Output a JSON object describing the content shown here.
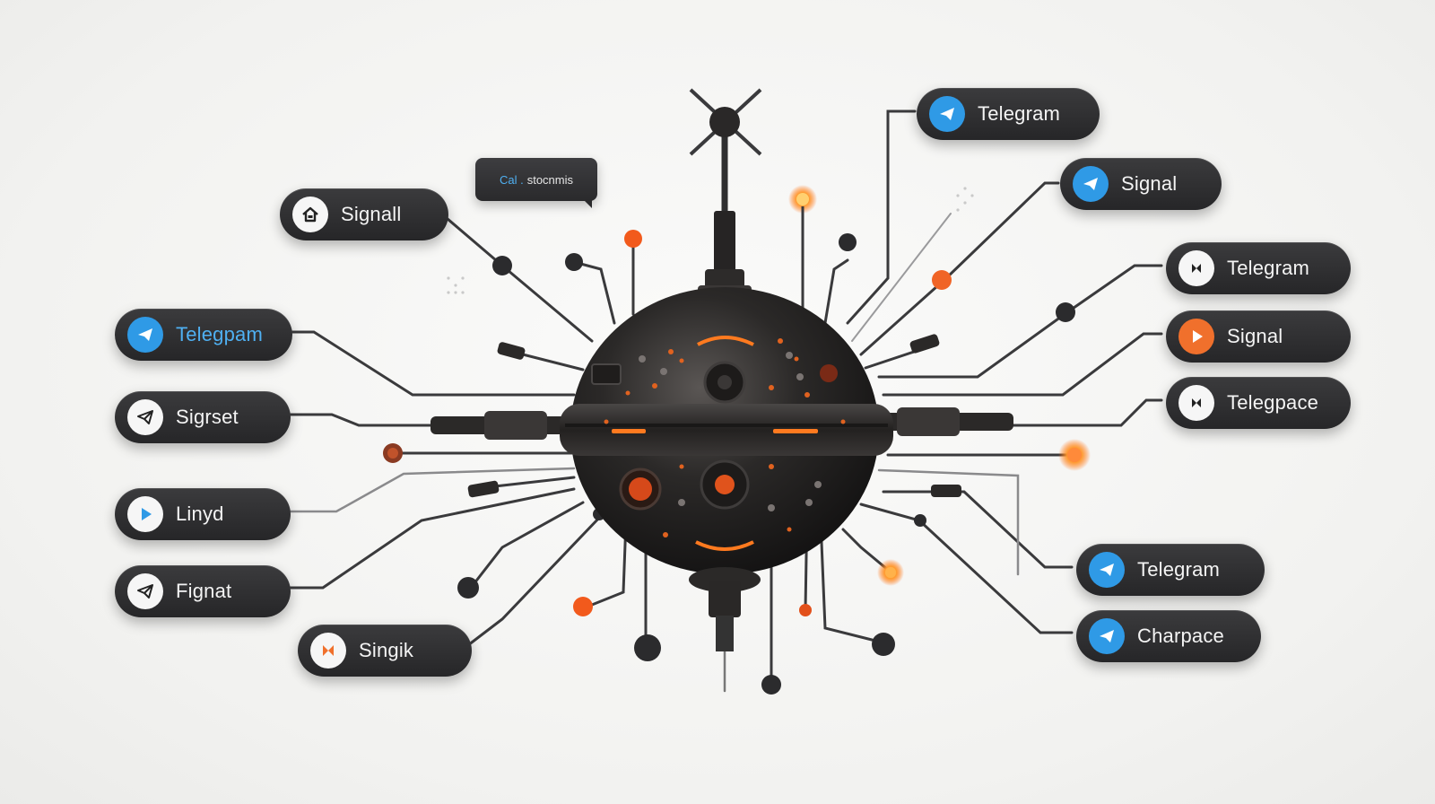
{
  "bubble": {
    "prefix": "Cal .",
    "text": "stocnmis"
  },
  "nodes": [
    {
      "id": "signall",
      "label": "Signall",
      "icon": "home-icon",
      "icon_style": "white",
      "accent": false
    },
    {
      "id": "telegpam",
      "label": "Telegpam",
      "icon": "paper-plane-icon",
      "icon_style": "blue",
      "accent": true
    },
    {
      "id": "sigrset",
      "label": "Sigrset",
      "icon": "paper-plane-outline-icon",
      "icon_style": "white",
      "accent": false
    },
    {
      "id": "linyd",
      "label": "Linyd",
      "icon": "play-icon",
      "icon_style": "white",
      "accent": false
    },
    {
      "id": "fignat",
      "label": "Fignat",
      "icon": "paper-plane-outline-icon",
      "icon_style": "white",
      "accent": false
    },
    {
      "id": "singik",
      "label": "Singik",
      "icon": "bowtie-icon",
      "icon_style": "white",
      "accent": false
    },
    {
      "id": "telegram-1",
      "label": "Telegram",
      "icon": "paper-plane-icon",
      "icon_style": "blue",
      "accent": false
    },
    {
      "id": "signal-1",
      "label": "Signal",
      "icon": "paper-plane-icon",
      "icon_style": "blue",
      "accent": false
    },
    {
      "id": "telegram-2",
      "label": "Telegram",
      "icon": "bowtie-icon",
      "icon_style": "white",
      "accent": false
    },
    {
      "id": "signal-2",
      "label": "Signal",
      "icon": "play-icon",
      "icon_style": "orange",
      "accent": false
    },
    {
      "id": "telegpace",
      "label": "Telegpace",
      "icon": "bowtie-icon",
      "icon_style": "white",
      "accent": false
    },
    {
      "id": "telegram-3",
      "label": "Telegram",
      "icon": "paper-plane-icon",
      "icon_style": "blue",
      "accent": false
    },
    {
      "id": "charpace",
      "label": "Charpace",
      "icon": "paper-plane-icon",
      "icon_style": "blue",
      "accent": false
    }
  ],
  "colors": {
    "pill": "#2a2a2c",
    "accent_blue": "#2f9ae6",
    "accent_orange": "#f0702c",
    "wire": "#3a3a3c",
    "glow": "#ff7a1f"
  }
}
